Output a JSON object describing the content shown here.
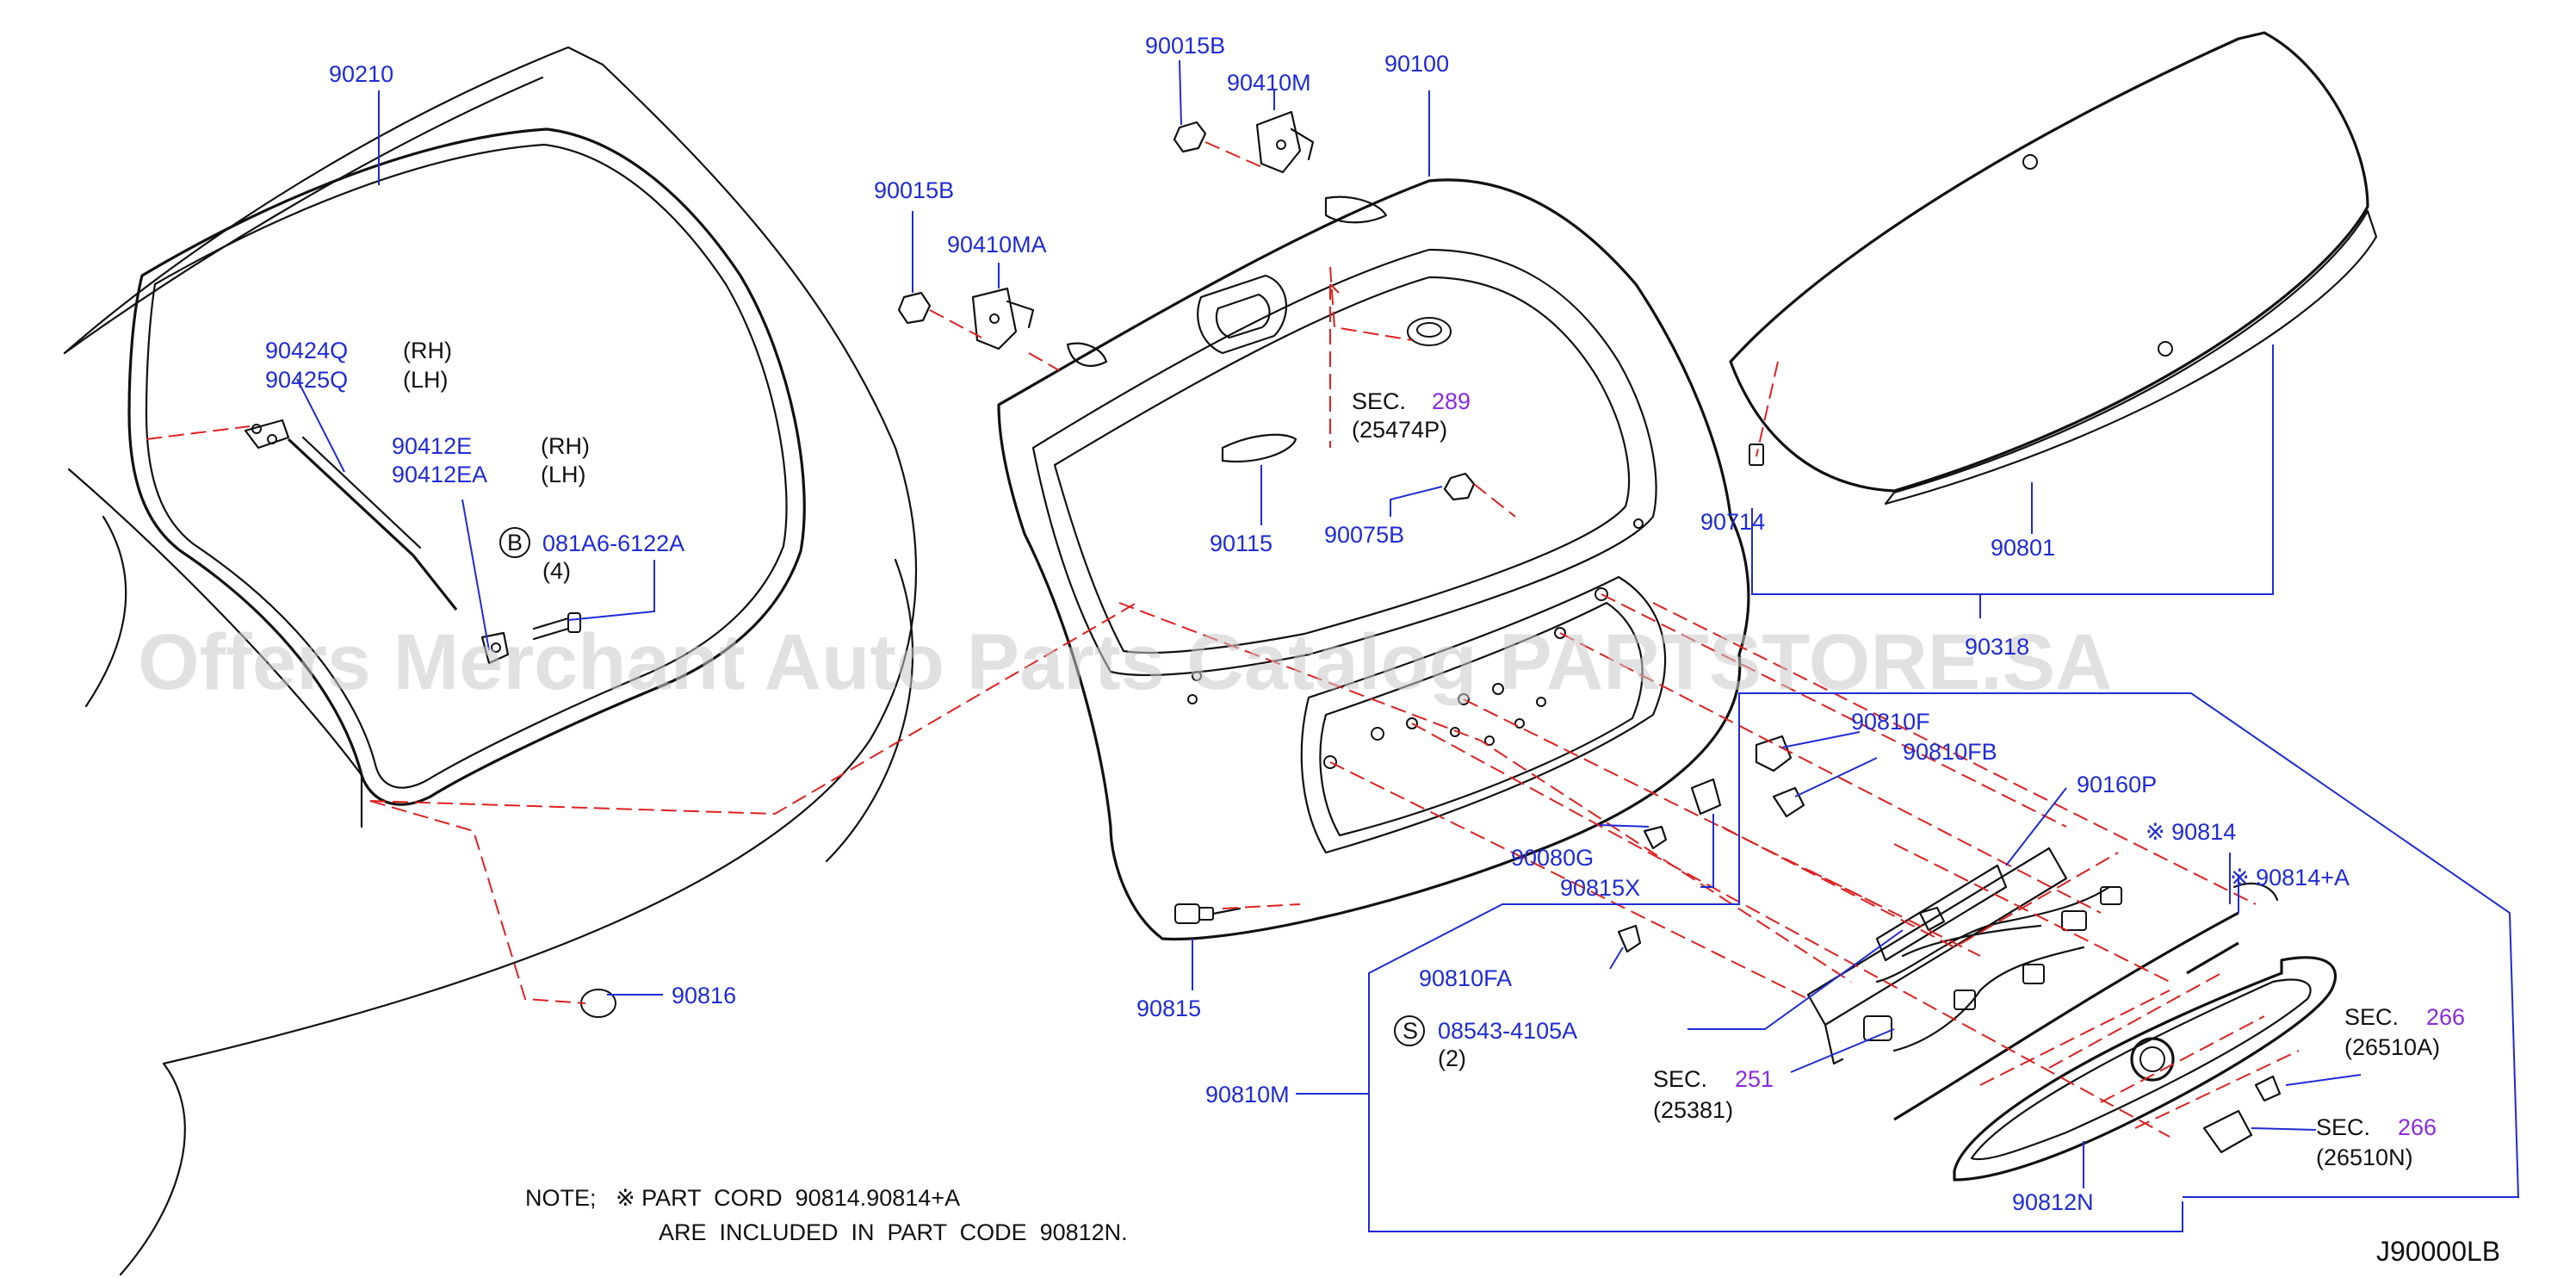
{
  "diagram_code": "J90000LB",
  "watermark": "Offers Merchant Auto Parts Catalog PARTSTORE.SA",
  "note": {
    "line1": "NOTE;   ※ PART  CORD  90814.90814+A",
    "line2": "ARE  INCLUDED  IN  PART  CODE  90812N."
  },
  "labels": {
    "p90210": "90210",
    "p90424Q": "90424Q",
    "p90424Q_side": "(RH)",
    "p90425Q": "90425Q",
    "p90425Q_side": "(LH)",
    "p90412E": "90412E",
    "p90412E_side": "(RH)",
    "p90412EA": "90412EA",
    "p90412EA_side": "(LH)",
    "b_circle": "B",
    "p081A6": "081A6-6122A",
    "p081A6_qty": "(4)",
    "p90816": "90816",
    "p90015B_top": "90015B",
    "p90410M": "90410M",
    "p90100": "90100",
    "p90015B_left": "90015B",
    "p90410MA": "90410MA",
    "sec289_prefix": "SEC.",
    "sec289_num": "289",
    "sec289_code": "(25474P)",
    "p90115": "90115",
    "p90075B": "90075B",
    "p90714": "90714",
    "p90801": "90801",
    "p90318": "90318",
    "p90810F": "90810F",
    "p90810FB": "90810FB",
    "p90160P": "90160P",
    "p90080G": "90080G",
    "p90815X": "90815X",
    "p90814": "※ 90814",
    "p90814A": "※ 90814+A",
    "p90810FA": "90810FA",
    "s_circle": "S",
    "p08543": "08543-4105A",
    "p08543_qty": "(2)",
    "p90815": "90815",
    "p90810M": "90810M",
    "sec251_prefix": "SEC.",
    "sec251_num": "251",
    "sec251_code": "(25381)",
    "sec266a_prefix": "SEC.",
    "sec266a_num": "266",
    "sec266a_code": "(26510A)",
    "sec266b_prefix": "SEC.",
    "sec266b_num": "266",
    "sec266b_code": "(26510N)",
    "p90812N": "90812N"
  }
}
